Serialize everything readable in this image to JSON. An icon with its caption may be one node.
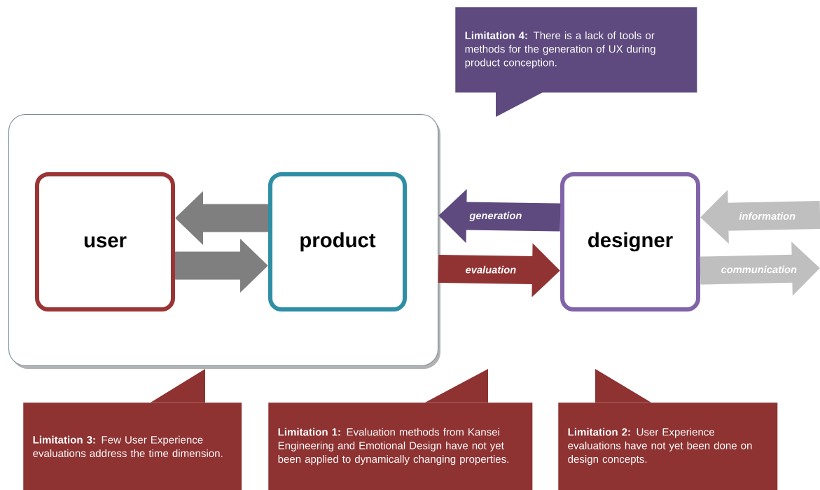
{
  "diagram": {
    "nodes": [
      {
        "text": [
          "**Limitation 4:** There is a lack of tools or methods for the generation of UX during product conception."
        ]
      },
      {
        "text": [],
        "shape": "box"
      },
      {
        "text": [
          "user"
        ],
        "in": 1
      },
      {
        "text": [
          "product"
        ],
        "in": 1
      },
      {
        "text": [
          "designer"
        ]
      },
      {
        "text": [
          "**Limitation 3:** Few User Experience evaluations address the time dimension."
        ]
      },
      {
        "text": [
          "**Limitation 1:**  Evaluation methods from Kansei Engineering and Emotional Design have not yet been applied to dynamically changing properties."
        ]
      },
      {
        "text": [
          "**Limitation 2:** User Experience evaluations have not yet been done on design concepts."
        ]
      }
    ],
    "edges": [
      {
        "from": 3,
        "to": 2,
        "arrow": "to",
        "color": "#7f7f7f"
      },
      {
        "from": 2,
        "to": 3,
        "arrow": "to",
        "color": "#7f7f7f"
      },
      {
        "from": 4,
        "to": 1,
        "arrow": "to",
        "label": "generation",
        "color": "#5e4a7e"
      },
      {
        "from": 1,
        "to": 4,
        "arrow": "to",
        "label": "evaluation",
        "color": "#923333"
      },
      {
        "from": null,
        "to": 4,
        "arrow": "to",
        "label": "information",
        "color": "#bfbfbf"
      },
      {
        "from": 4,
        "to": null,
        "arrow": "to",
        "label": "communication",
        "color": "#bfbfbf"
      }
    ]
  }
}
